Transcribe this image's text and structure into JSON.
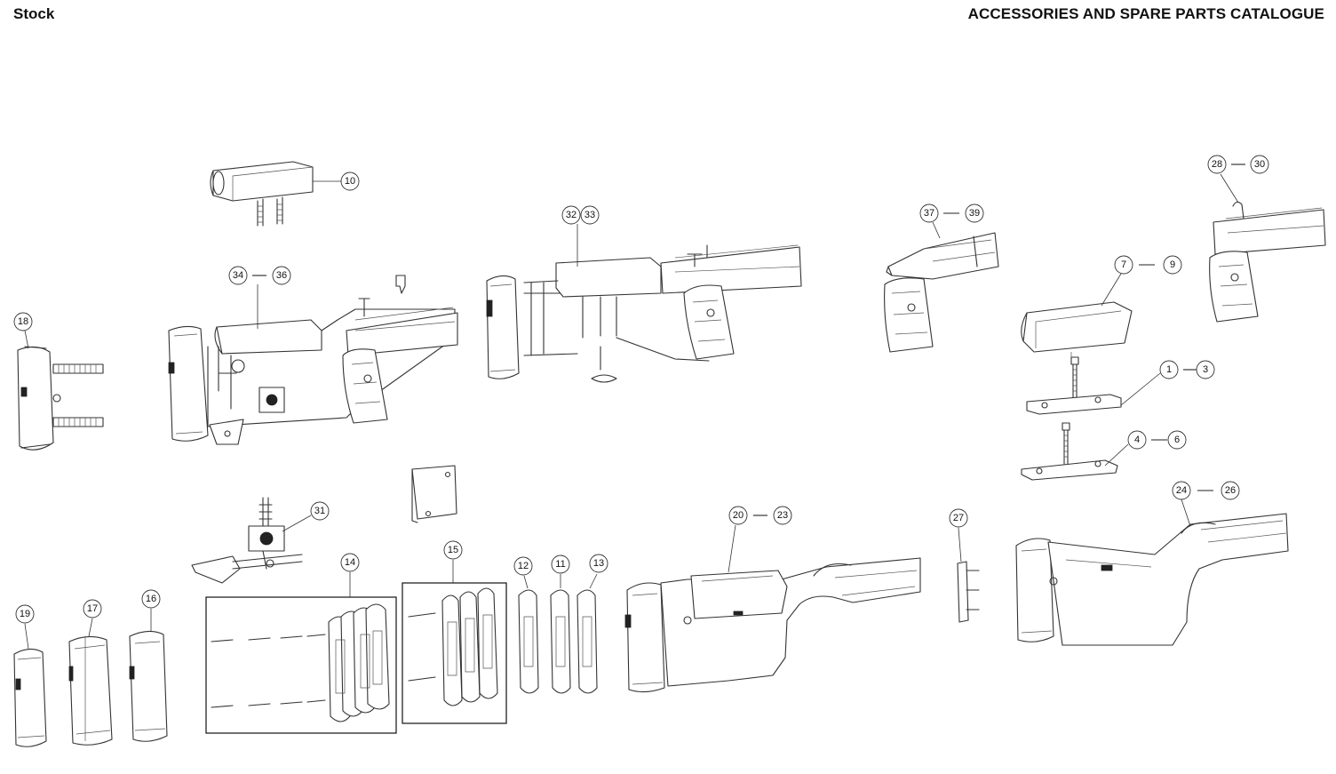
{
  "header": {
    "section_title": "Stock",
    "catalogue_title": "ACCESSORIES AND SPARE PARTS CATALOGUE"
  },
  "callouts": {
    "c10": "10",
    "c32": "32",
    "c33": "33",
    "c34": "34",
    "c36": "36",
    "c37": "37",
    "c39": "39",
    "c28": "28",
    "c30": "30",
    "c7": "7",
    "c9": "9",
    "c1": "1",
    "c3": "3",
    "c4": "4",
    "c6": "6",
    "c18": "18",
    "c31": "31",
    "c14": "14",
    "c15": "15",
    "c12": "12",
    "c11": "11",
    "c13": "13",
    "c20": "20",
    "c23": "23",
    "c27": "27",
    "c24": "24",
    "c26": "26",
    "c19": "19",
    "c17": "17",
    "c16": "16"
  }
}
